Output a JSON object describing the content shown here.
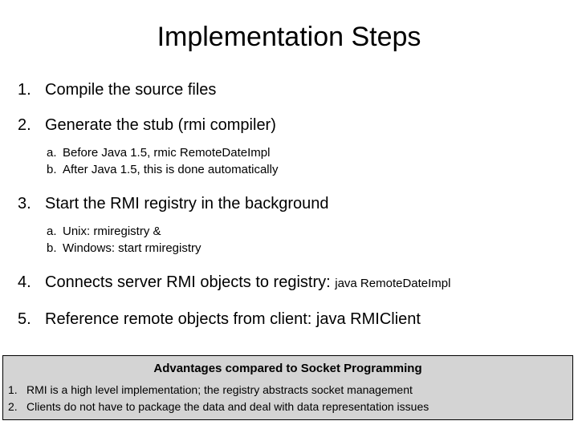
{
  "slide": {
    "title": "Implementation Steps",
    "steps": [
      {
        "marker": "1.",
        "text": "Compile the source files",
        "substeps": []
      },
      {
        "marker": "2.",
        "text": "Generate the stub (rmi compiler)",
        "substeps": [
          {
            "marker": "a.",
            "text": "Before Java 1.5, rmic RemoteDateImpl"
          },
          {
            "marker": "b.",
            "text": "After Java 1.5, this is done automatically"
          }
        ]
      },
      {
        "marker": "3.",
        "text": "Start the RMI registry in the background",
        "substeps": [
          {
            "marker": "a.",
            "text": "Unix: rmiregistry &"
          },
          {
            "marker": "b.",
            "text": "Windows: start rmiregistry"
          }
        ]
      },
      {
        "marker": "4.",
        "text": "Connects server RMI objects to registry:",
        "code": "java RemoteDateImpl",
        "substeps": []
      },
      {
        "marker": "5.",
        "text": "Reference remote objects from client: java RMIClient",
        "substeps": []
      }
    ],
    "advantages_box": {
      "heading": "Advantages compared to Socket Programming",
      "items": [
        {
          "marker": "1.",
          "text": "RMI is a high level implementation; the registry abstracts socket management"
        },
        {
          "marker": "2.",
          "text": "Clients do not have to package the data and deal with data representation issues"
        }
      ],
      "background_color": "#d4d4d4",
      "border_color": "#000000"
    }
  }
}
